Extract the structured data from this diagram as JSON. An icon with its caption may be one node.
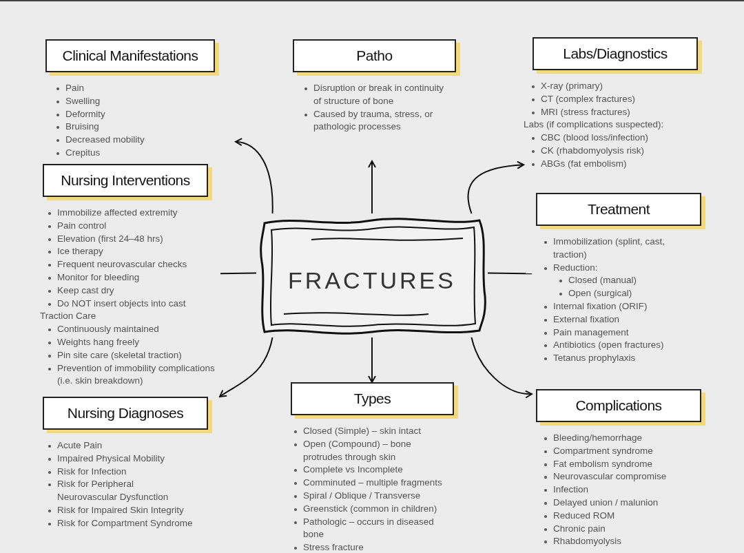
{
  "diagram": {
    "nodes": [
      {
        "text": [
          "Clinical Manifestations",
          "Pain",
          "Swelling",
          "Deformity",
          "Bruising",
          "Decreased mobility",
          "Crepitus"
        ]
      },
      {
        "text": [
          "Patho",
          "Disruption or break in continuity of structure of bone",
          "Caused by trauma, stress, or pathologic processes"
        ]
      },
      {
        "text": [
          "Labs/Diagnostics",
          "X-ray (primary)",
          "CT (complex fractures)",
          "MRI (stress fractures)",
          "Labs (if complications suspected):",
          "CBC (blood loss/infection)",
          "CK (rhabdomyolysis risk)",
          "ABGs (fat embolism)"
        ]
      },
      {
        "text": [
          "Nursing Interventions",
          "Immobilize affected extremity",
          "Pain control",
          "Elevation (first 24–48 hrs)",
          "Ice therapy",
          "Frequent neurovascular checks",
          "Monitor for bleeding",
          "Keep cast dry",
          "Do NOT insert objects into cast",
          "Traction Care",
          "Continuously maintained",
          "Weights hang freely",
          "Pin site care (skeletal traction)",
          "Prevention of immobility complications (i.e. skin breakdown)"
        ]
      },
      {
        "text": [
          "FRACTURES"
        ]
      },
      {
        "text": [
          "Treatment",
          "Immobilization (splint, cast, traction)",
          "Reduction:",
          "Closed (manual)",
          "Open (surgical)",
          "Internal fixation (ORIF)",
          "External fixation",
          "Pain management",
          "Antibiotics (open fractures)",
          "Tetanus prophylaxis"
        ]
      },
      {
        "text": [
          "Nursing Diagnoses",
          "Acute Pain",
          "Impaired Physical Mobility",
          "Risk for Infection",
          "Risk for Peripheral Neurovascular Dysfunction",
          "Risk for Impaired Skin Integrity",
          "Risk for Compartment Syndrome"
        ]
      },
      {
        "text": [
          "Types",
          "Closed (Simple) – skin intact",
          "Open (Compound) – bone protrudes through skin",
          "Complete vs Incomplete",
          "Comminuted – multiple fragments",
          "Spiral / Oblique / Transverse",
          "Greenstick (common in children)",
          "Pathologic – occurs in diseased bone",
          "Stress fracture"
        ]
      },
      {
        "text": [
          "Complications",
          "Bleeding/hemorrhage",
          "Compartment syndrome",
          "Fat embolism syndrome",
          "Neurovascular compromise",
          "Infection",
          "Delayed union / malunion",
          "Reduced ROM",
          "Chronic pain",
          "Rhabdomyolysis"
        ]
      }
    ],
    "edges": [
      {
        "from": 4,
        "to": 0,
        "arrow": "to"
      },
      {
        "from": 4,
        "to": 1,
        "arrow": "to"
      },
      {
        "from": 4,
        "to": 2,
        "arrow": "to"
      },
      {
        "from": 4,
        "to": 3,
        "arrow": "none"
      },
      {
        "from": 4,
        "to": 5,
        "arrow": "none"
      },
      {
        "from": 4,
        "to": 6,
        "arrow": "to"
      },
      {
        "from": 4,
        "to": 7,
        "arrow": "to"
      },
      {
        "from": 4,
        "to": 8,
        "arrow": "to"
      }
    ]
  }
}
